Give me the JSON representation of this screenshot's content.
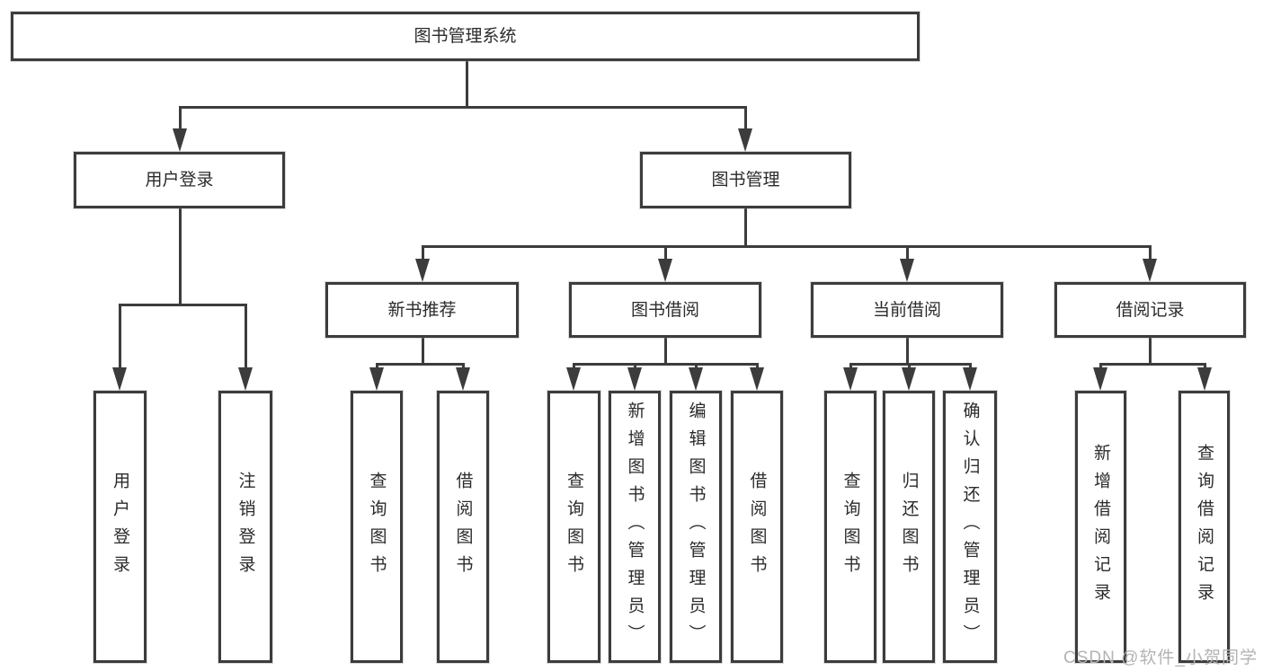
{
  "tree": {
    "root": "图书管理系统",
    "level2": [
      {
        "label": "用户登录",
        "children": [
          "用户登录",
          "注销登录"
        ]
      },
      {
        "label": "图书管理",
        "children": [
          {
            "label": "新书推荐",
            "children": [
              "查询图书",
              "借阅图书"
            ]
          },
          {
            "label": "图书借阅",
            "children": [
              "查询图书",
              "新增图书（管理员）",
              "编辑图书（管理员）",
              "借阅图书"
            ]
          },
          {
            "label": "当前借阅",
            "children": [
              "查询图书",
              "归还图书",
              "确认归还（管理员）"
            ]
          },
          {
            "label": "借阅记录",
            "children": [
              "新增借阅记录",
              "查询借阅记录"
            ]
          }
        ]
      }
    ]
  },
  "watermark": {
    "text": "CSDN @软件_小贺同学"
  },
  "colors": {
    "line": "#3c3c3c",
    "text": "#2b2b2b",
    "watermark": "#b3b3b3",
    "bg": "#ffffff"
  }
}
